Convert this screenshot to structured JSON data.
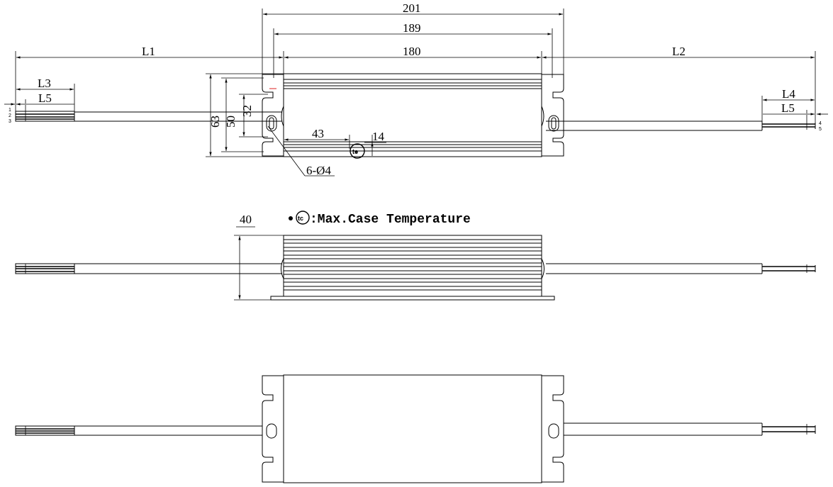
{
  "dimensions": {
    "overall_201": "201",
    "mount_189": "189",
    "body_180": "180",
    "lead_left": "L1",
    "lead_right": "L2",
    "strip_left": "L3",
    "strip_right": "L4",
    "tip_left": "L5",
    "tip_right": "L5",
    "height_63": "63",
    "height_50": "50",
    "height_32": "32",
    "tc_x": "43",
    "tc_y": "14",
    "holes": "6-Ø4",
    "side_height": "40"
  },
  "pins": {
    "left": [
      "1",
      "2",
      "3"
    ],
    "right": [
      "4",
      "5"
    ]
  },
  "legend": {
    "symbol": "tc",
    "text": ":Max.Case Temperature"
  }
}
